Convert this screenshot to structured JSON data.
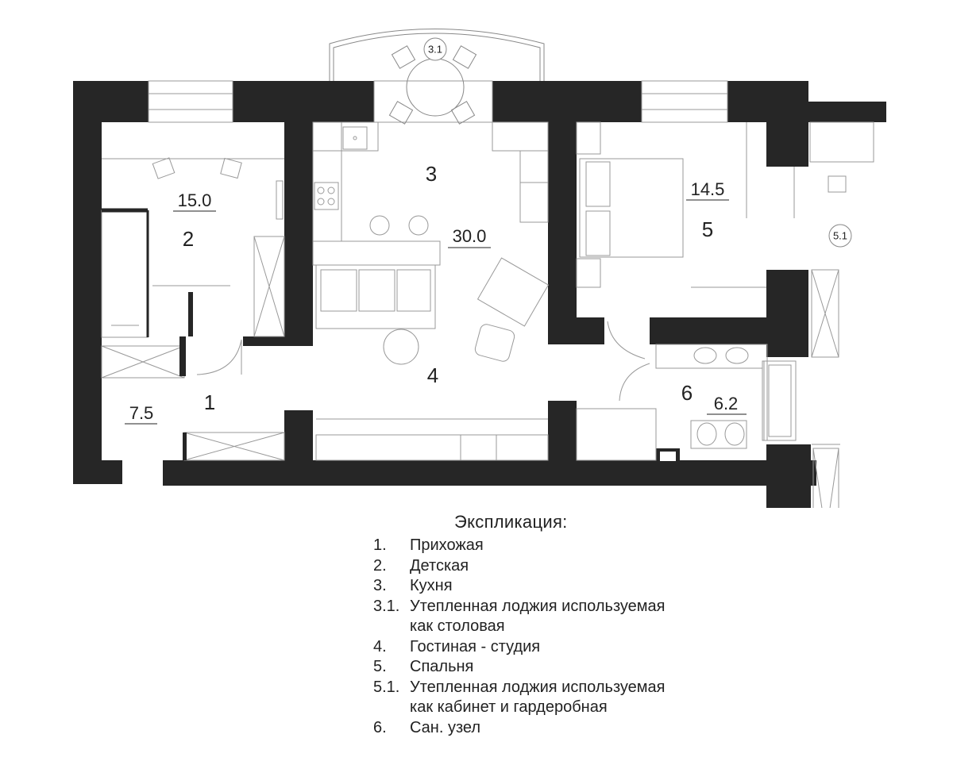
{
  "rooms": {
    "r1": {
      "number": "1",
      "area": "7.5"
    },
    "r2": {
      "number": "2",
      "area": "15.0"
    },
    "r3": {
      "number": "3",
      "area": "30.0"
    },
    "r31": {
      "number": "3.1"
    },
    "r4": {
      "number": "4"
    },
    "r5": {
      "number": "5",
      "area": "14.5"
    },
    "r51": {
      "number": "5.1"
    },
    "r6": {
      "number": "6",
      "area": "6.2"
    }
  },
  "legend": {
    "title": "Экспликация:",
    "items": [
      {
        "num": "1.",
        "lines": [
          "Прихожая"
        ]
      },
      {
        "num": "2.",
        "lines": [
          "Детская"
        ]
      },
      {
        "num": "3.",
        "lines": [
          "Кухня"
        ]
      },
      {
        "num": "3.1.",
        "lines": [
          "Утепленная лоджия используемая",
          "как столовая"
        ]
      },
      {
        "num": "4.",
        "lines": [
          "Гостиная - студия"
        ]
      },
      {
        "num": "5.",
        "lines": [
          "Спальня"
        ]
      },
      {
        "num": "5.1.",
        "lines": [
          "Утепленная лоджия используемая",
          "как кабинет и гардеробная"
        ]
      },
      {
        "num": "6.",
        "lines": [
          "Сан. узел"
        ]
      }
    ]
  }
}
